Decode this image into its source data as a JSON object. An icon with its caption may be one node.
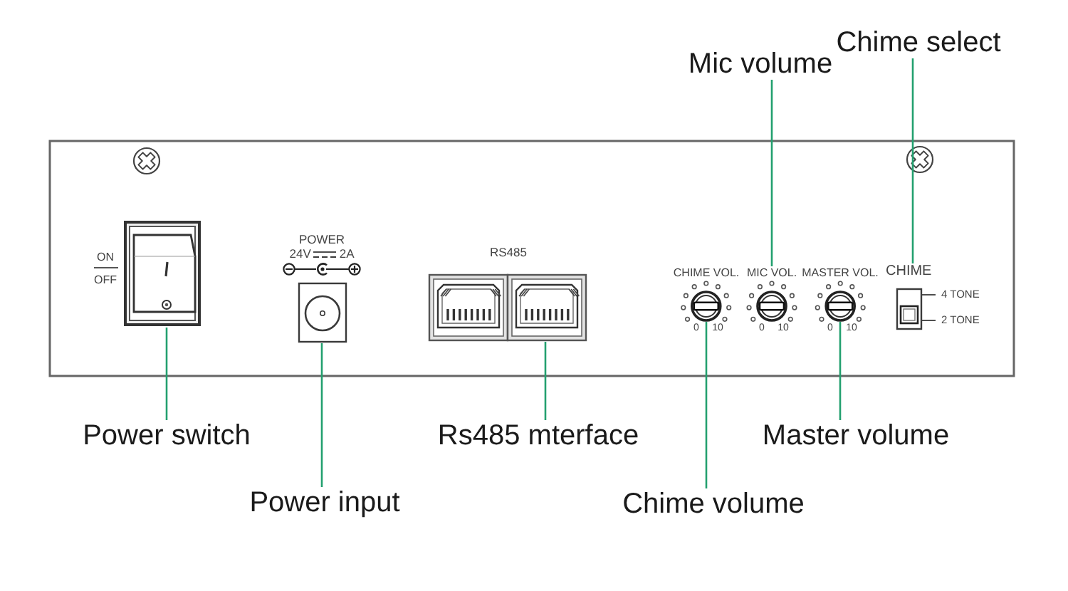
{
  "diagram": {
    "nodes": [
      {
        "text": [
          "Mic volume"
        ]
      },
      {
        "text": [
          "Chime select"
        ]
      },
      {
        "text": [],
        "shape": "picture",
        "beside": [
          "ON",
          "OFF"
        ]
      },
      {
        "text": [
          "POWER",
          "24V",
          "2A"
        ]
      },
      {
        "text": [
          "RS485"
        ]
      },
      {
        "text": [
          "CHIME VOL."
        ],
        "beside": [
          "0",
          "10"
        ]
      },
      {
        "text": [
          "MIC VOL."
        ],
        "beside": [
          "0",
          "10"
        ]
      },
      {
        "text": [
          "MASTER VOL."
        ],
        "beside": [
          "0",
          "10"
        ]
      },
      {
        "text": [
          "CHIME"
        ],
        "beside": [
          "4 TONE",
          "2 TONE"
        ]
      },
      {
        "text": [
          "Power switch"
        ]
      },
      {
        "text": [
          "Power input"
        ]
      },
      {
        "text": [
          "Rs485 mterface"
        ]
      },
      {
        "text": [
          "Chime volume"
        ]
      },
      {
        "text": [
          "Master volume"
        ]
      }
    ],
    "edges": [
      {
        "from": 0,
        "to": 6,
        "arrow": "none"
      },
      {
        "from": 1,
        "to": 8,
        "arrow": "none"
      },
      {
        "from": 9,
        "to": 2,
        "arrow": "none"
      },
      {
        "from": 10,
        "to": 3,
        "arrow": "none"
      },
      {
        "from": 11,
        "to": 4,
        "arrow": "none"
      },
      {
        "from": 12,
        "to": 5,
        "arrow": "none"
      },
      {
        "from": 13,
        "to": 7,
        "arrow": "none"
      }
    ]
  }
}
